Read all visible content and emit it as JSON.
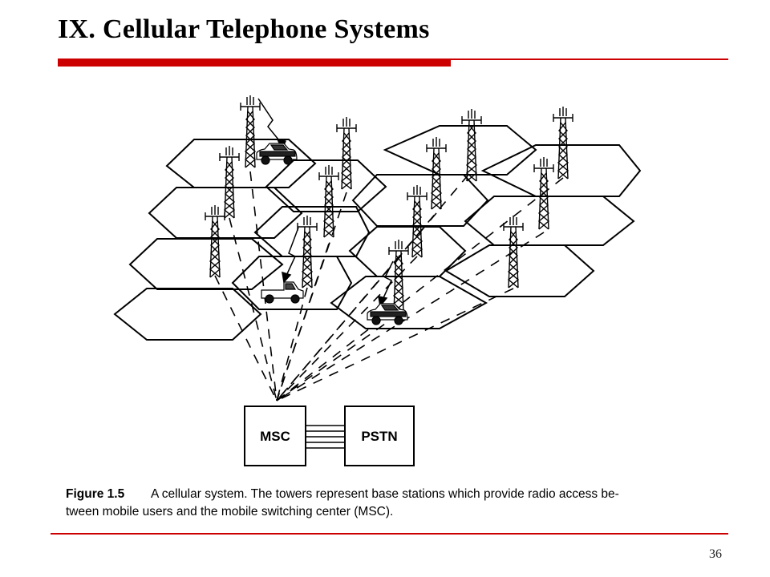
{
  "slide": {
    "title": "IX. Cellular Telephone Systems",
    "page_number": "36",
    "accent_color": "#cc0000"
  },
  "figure": {
    "boxes": {
      "msc": "MSC",
      "pstn": "PSTN"
    },
    "caption": {
      "label": "Figure 1.5",
      "line1": "A cellular system. The towers represent base stations which provide radio access be-",
      "line2": "tween mobile users and the mobile switching center (MSC)."
    },
    "icons": [
      "tower-icon",
      "car-icon",
      "pickup-truck-icon",
      "lightning-bolt-icon"
    ]
  }
}
